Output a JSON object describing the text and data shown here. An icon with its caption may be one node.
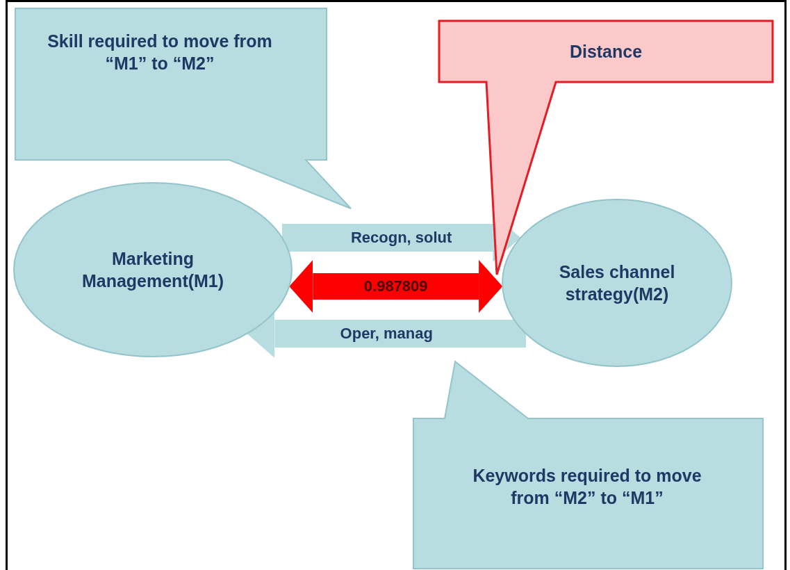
{
  "diagram": {
    "nodes": [
      {
        "text": [
          "Skill required  to move  from “M1” to   “M2”"
        ]
      },
      {
        "text": [
          "Distance"
        ]
      },
      {
        "text": [
          "Marketing Management(M1)"
        ]
      },
      {
        "text": [
          "Sales channel strategy(M2)"
        ]
      },
      {
        "text": [
          "Keywords required to move from “M2” to “M1”"
        ]
      }
    ],
    "edges": [
      {
        "from": 2,
        "to": 3,
        "arrow": "to",
        "label": "Recogn, solut"
      },
      {
        "from": 2,
        "to": 3,
        "arrow": "both",
        "label": "0.987809",
        "color": "#ff0000"
      },
      {
        "from": 3,
        "to": 2,
        "arrow": "to",
        "label": "Oper, manag"
      }
    ]
  }
}
